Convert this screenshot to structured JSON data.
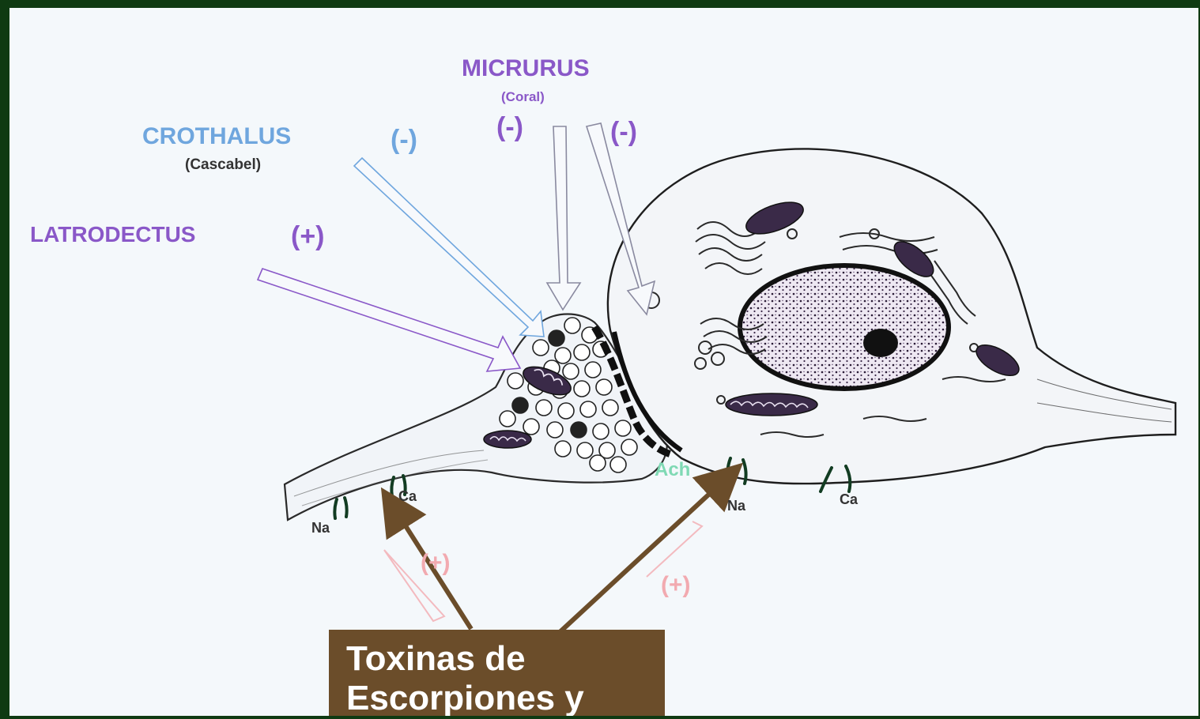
{
  "labels": {
    "micrurus": "MICRURUS",
    "micrurus_sub": "(Coral)",
    "crothalus": "CROTHALUS",
    "crothalus_sub": "(Cascabel)",
    "latrodectus": "LATRODECTUS",
    "sign_latrodectus": "(+)",
    "sign_crothalus": "(-)",
    "sign_micrurus_left": "(-)",
    "sign_micrurus_right": "(-)",
    "sign_bottom_left": "(+)",
    "sign_bottom_right": "(+)",
    "na_left": "Na",
    "ca_left": "Ca",
    "na_right": "Na",
    "ca_right": "Ca",
    "ach": "Ach"
  },
  "caption": {
    "line1": "Toxinas de",
    "line2": "Escorpiones y"
  },
  "colors": {
    "frame": "#0f3a12",
    "slide_bg": "#f4f8fb",
    "purple_label": "#8a58c8",
    "blue_label": "#6fa6de",
    "caption_bg": "#6b4d2a",
    "caption_text": "#ffffff",
    "callout_arrow": "#6b4d2a",
    "faint_red": "#f2aab0",
    "ach_green": "#7fd9b4"
  }
}
